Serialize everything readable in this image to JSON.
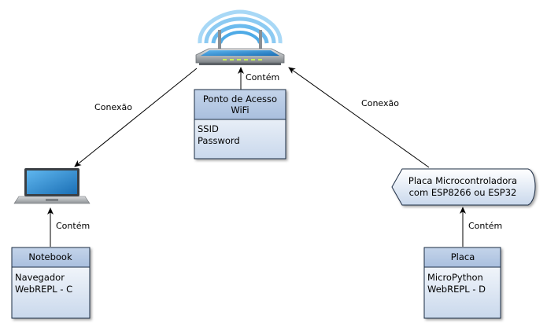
{
  "edges": {
    "router_notebook": "Conexão",
    "router_board": "Conexão",
    "router_ap": "Contém",
    "laptop_notebook": "Contém",
    "board_placa": "Contém"
  },
  "access_point": {
    "title_line1": "Ponto de Acesso",
    "title_line2": "WiFi",
    "attrs": [
      "SSID",
      "Password"
    ]
  },
  "notebook": {
    "title": "Notebook",
    "attrs": [
      "Navegador",
      "WebREPL - C"
    ]
  },
  "placa": {
    "title": "Placa",
    "attrs": [
      "MicroPython",
      "WebREPL - D"
    ]
  },
  "board_node": {
    "line1": "Placa Microcontroladora",
    "line2": "com ESP8266 ou ESP32"
  },
  "colors": {
    "box_header": "#b8cbe4",
    "box_body_top": "#ffffff",
    "box_body_bottom": "#c9d8ec",
    "border": "#1f2d45",
    "arrow": "#000000"
  }
}
